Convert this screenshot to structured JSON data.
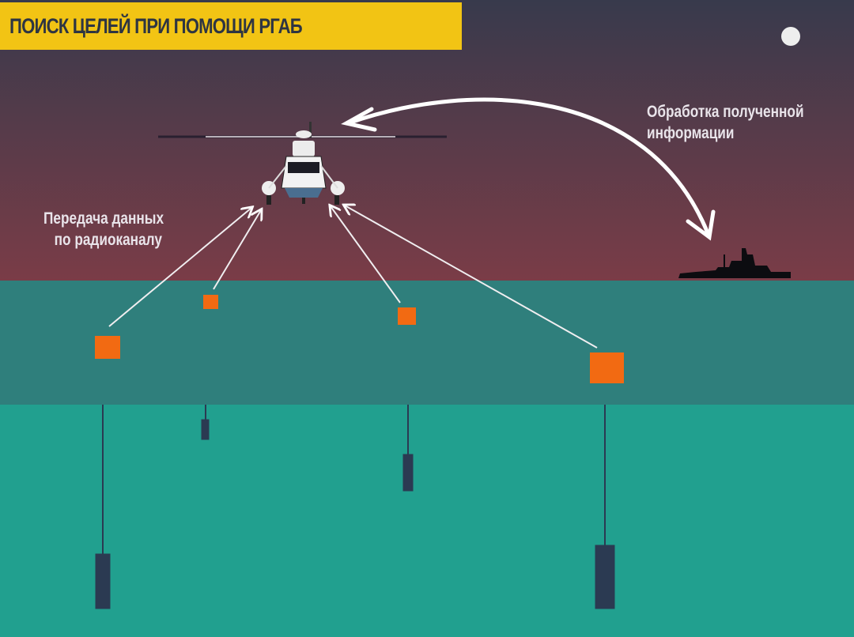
{
  "title": "ПОИСК ЦЕЛЕЙ ПРИ ПОМОЩИ РГАБ",
  "labels": {
    "processing": [
      "Обработка полученной",
      "информации"
    ],
    "transmission": [
      "Передача данных",
      "по радиоканалу"
    ]
  },
  "colors": {
    "title_bg": "#f2c414",
    "title_text": "#2e3542",
    "sky_top": "#383a4c",
    "sky_bottom": "#7a3c47",
    "surface_water": "#2f7f7c",
    "deep_water": "#21a08f",
    "buoy": "#f26a12",
    "hydrophone": "#2b3a52"
  }
}
